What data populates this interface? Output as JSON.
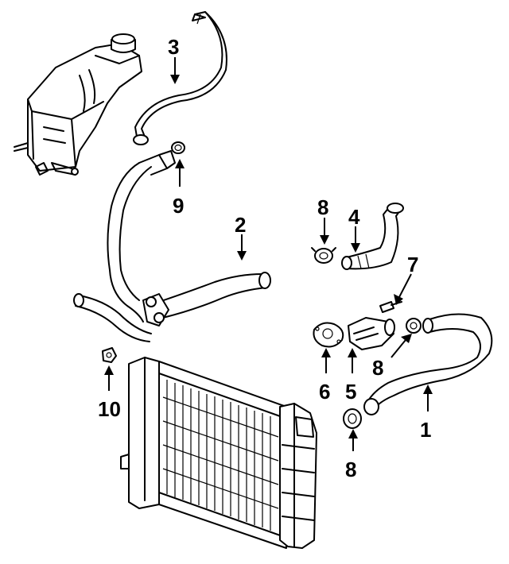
{
  "callouts": [
    {
      "id": "1",
      "label": "1"
    },
    {
      "id": "2",
      "label": "2"
    },
    {
      "id": "3",
      "label": "3"
    },
    {
      "id": "4",
      "label": "4"
    },
    {
      "id": "5",
      "label": "5"
    },
    {
      "id": "6",
      "label": "6"
    },
    {
      "id": "7",
      "label": "7"
    },
    {
      "id": "8a",
      "label": "8"
    },
    {
      "id": "8b",
      "label": "8"
    },
    {
      "id": "8c",
      "label": "8"
    },
    {
      "id": "9",
      "label": "9"
    },
    {
      "id": "10",
      "label": "10"
    }
  ],
  "parts": {
    "reservoir": "coolant-reservoir",
    "radiator": "radiator"
  }
}
